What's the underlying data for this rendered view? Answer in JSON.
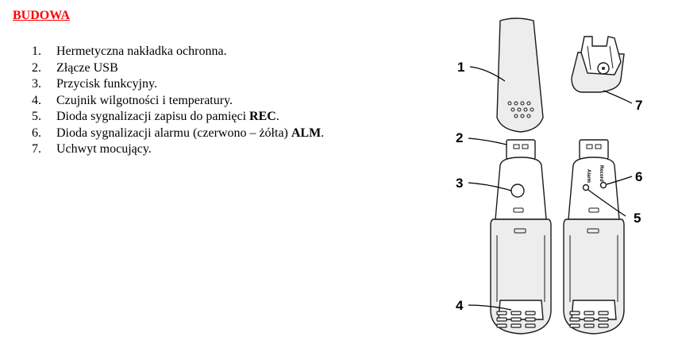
{
  "heading": "BUDOWA",
  "items": [
    {
      "num": "1.",
      "parts": [
        {
          "text": "Hermetyczna nakładka ochronna.",
          "bold": false
        }
      ]
    },
    {
      "num": "2.",
      "parts": [
        {
          "text": "Złącze USB",
          "bold": false
        }
      ]
    },
    {
      "num": "3.",
      "parts": [
        {
          "text": "Przycisk funkcyjny.",
          "bold": false
        }
      ]
    },
    {
      "num": "4.",
      "parts": [
        {
          "text": "Czujnik wilgotności i temperatury.",
          "bold": false
        }
      ]
    },
    {
      "num": "5.",
      "parts": [
        {
          "text": "Dioda sygnalizacji zapisu do pamięci ",
          "bold": false
        },
        {
          "text": "REC",
          "bold": true
        },
        {
          "text": ".",
          "bold": false
        }
      ]
    },
    {
      "num": "6.",
      "parts": [
        {
          "text": "Dioda sygnalizacji alarmu (czerwono – żółta) ",
          "bold": false
        },
        {
          "text": "ALM",
          "bold": true
        },
        {
          "text": ".",
          "bold": false
        }
      ]
    },
    {
      "num": "7.",
      "parts": [
        {
          "text": "Uchwyt mocujący.",
          "bold": false
        }
      ]
    }
  ],
  "diagram": {
    "callouts": [
      "1",
      "2",
      "3",
      "4",
      "5",
      "6",
      "7"
    ],
    "device_labels": {
      "alarm": "Alarm",
      "record": "Record"
    }
  }
}
